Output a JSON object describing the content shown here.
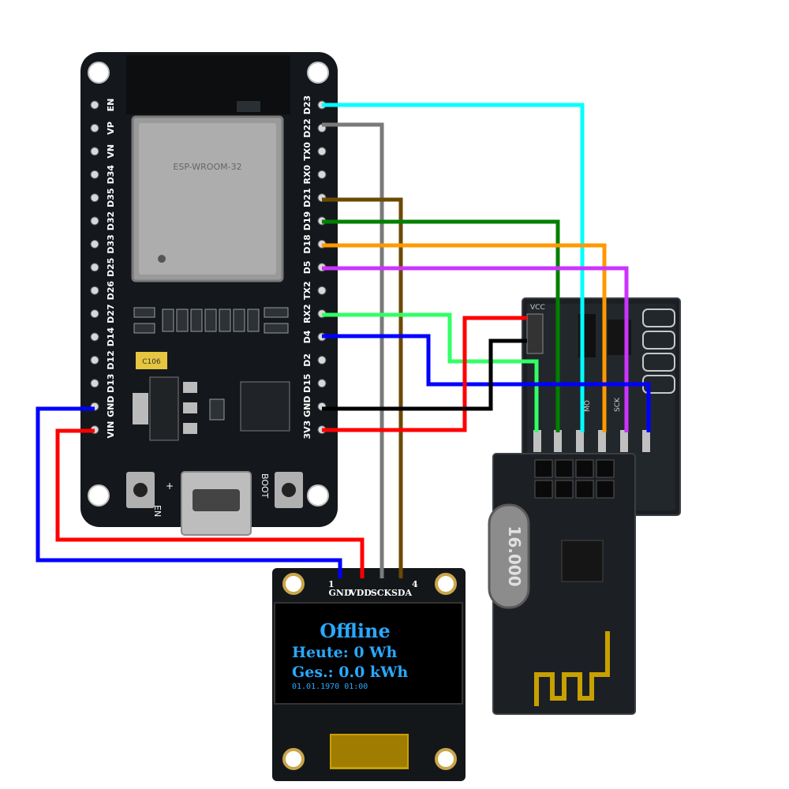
{
  "esp32": {
    "left_pins": [
      "EN",
      "VP",
      "VN",
      "D34",
      "D35",
      "D32",
      "D33",
      "D25",
      "D26",
      "D27",
      "D14",
      "D12",
      "D13",
      "GND",
      "VIN"
    ],
    "right_pins": [
      "D23",
      "D22",
      "TX0",
      "RX0",
      "D21",
      "D19",
      "D18",
      "D5",
      "TX2",
      "RX2",
      "D4",
      "D2",
      "D15",
      "GND",
      "3V3"
    ],
    "module_label": "ESP-WROOM-32",
    "cap_label": "C106",
    "en_label": "EN",
    "boot_label": "BOOT",
    "plus_label": "+"
  },
  "oled": {
    "pin_labels": [
      "GND",
      "VDD",
      "SCK",
      "SDA"
    ],
    "pin_num_first": "1",
    "pin_num_last": "4",
    "line1": "Offline",
    "line2": "Heute:   0 Wh",
    "line3": "Ges.: 0.0 kWh",
    "line4": "01.01.1970 01:00"
  },
  "nrf": {
    "vcc_label": "VCC",
    "crystal_label": "16.000",
    "pin_texts": [
      "MO",
      "SCK"
    ]
  },
  "wire_colors": {
    "cyan": "#00ffff",
    "gray": "#7a7a7a",
    "brown": "#6b4a00",
    "green": "#008000",
    "orange": "#ff9900",
    "magenta": "#cc33ff",
    "lime": "#33ff66",
    "blue": "#0000ff",
    "red": "#ff0000",
    "black": "#000000"
  }
}
